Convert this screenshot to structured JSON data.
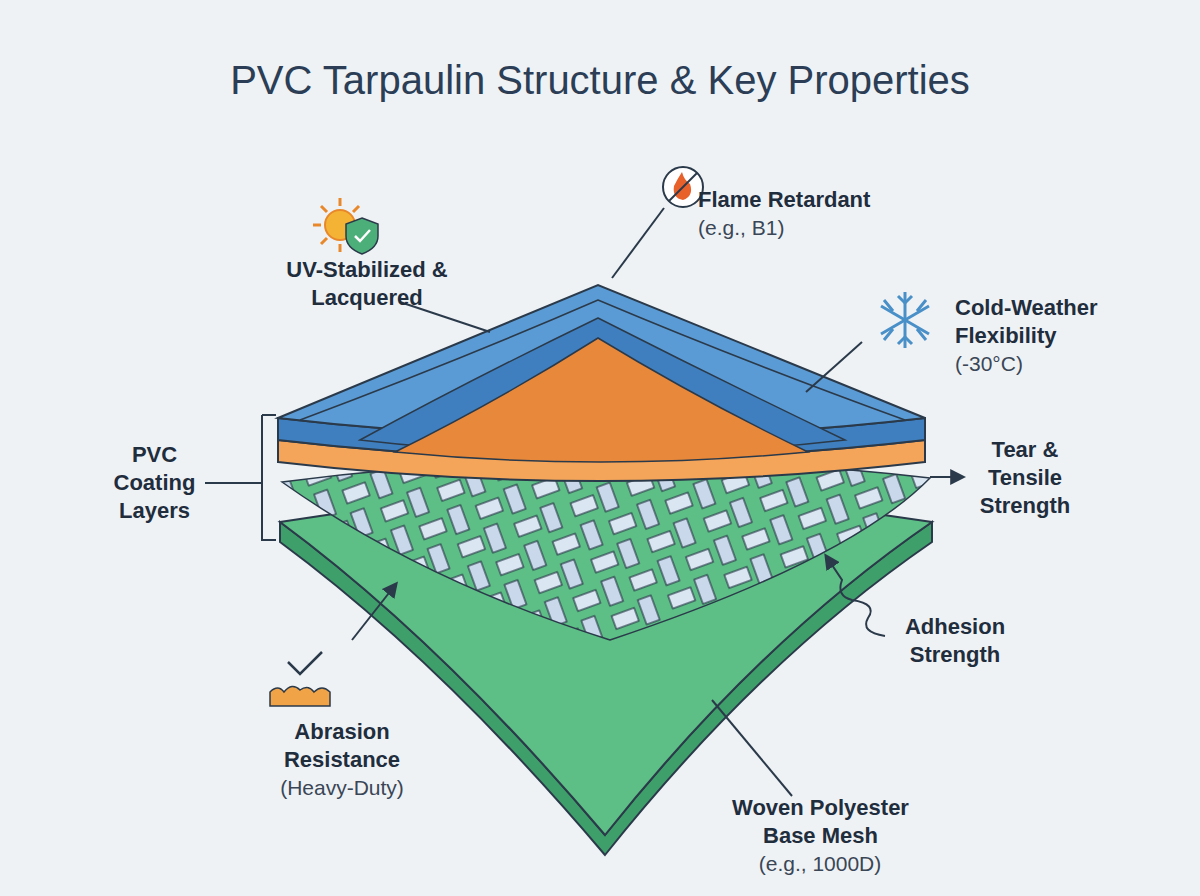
{
  "diagram": {
    "title": "PVC Tarpaulin Structure & Key Properties",
    "labels": [
      "UV-Stabilized & Lacquered",
      "Flame Retardant",
      "(e.g., B1)",
      "Cold-Weather Flexibility",
      "(-30°C)",
      "PVC Coating Layers",
      "Tear & Tensile Strength",
      "Adhesion Strength",
      "Abrasion Resistance",
      "(Heavy-Duty)",
      "Woven Polyester Base Mesh",
      "(e.g., 1000D)"
    ]
  }
}
